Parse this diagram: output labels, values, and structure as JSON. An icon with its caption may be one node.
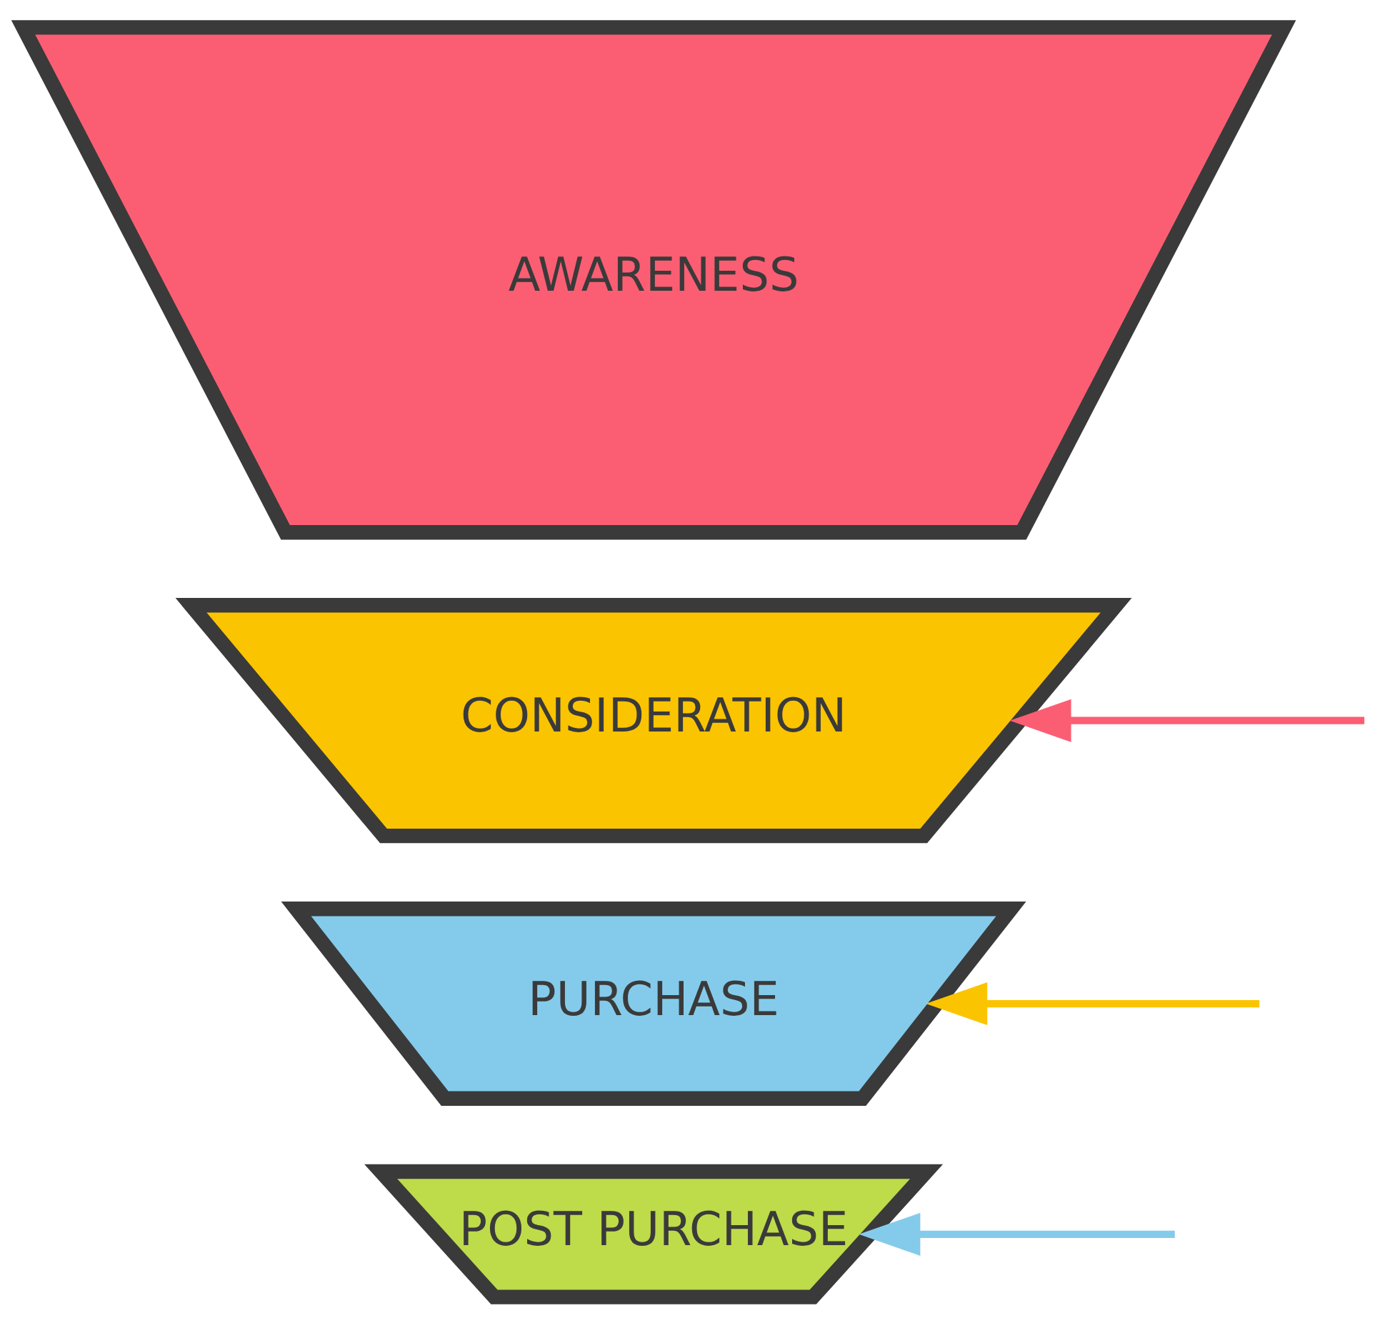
{
  "diagram": {
    "nodes": [
      {
        "text": [
          "AWARENESS"
        ]
      },
      {
        "text": [
          "CONSIDERATION"
        ]
      },
      {
        "text": [
          "PURCHASE"
        ]
      },
      {
        "text": [
          "POST PURCHASE"
        ]
      }
    ],
    "edges": [
      {
        "from": null,
        "to": 1,
        "arrow": "to",
        "color": "#fb5e73"
      },
      {
        "from": null,
        "to": 2,
        "arrow": "to",
        "color": "#fbc400"
      },
      {
        "from": null,
        "to": 3,
        "arrow": "to",
        "color": "#84cbeb"
      }
    ]
  }
}
